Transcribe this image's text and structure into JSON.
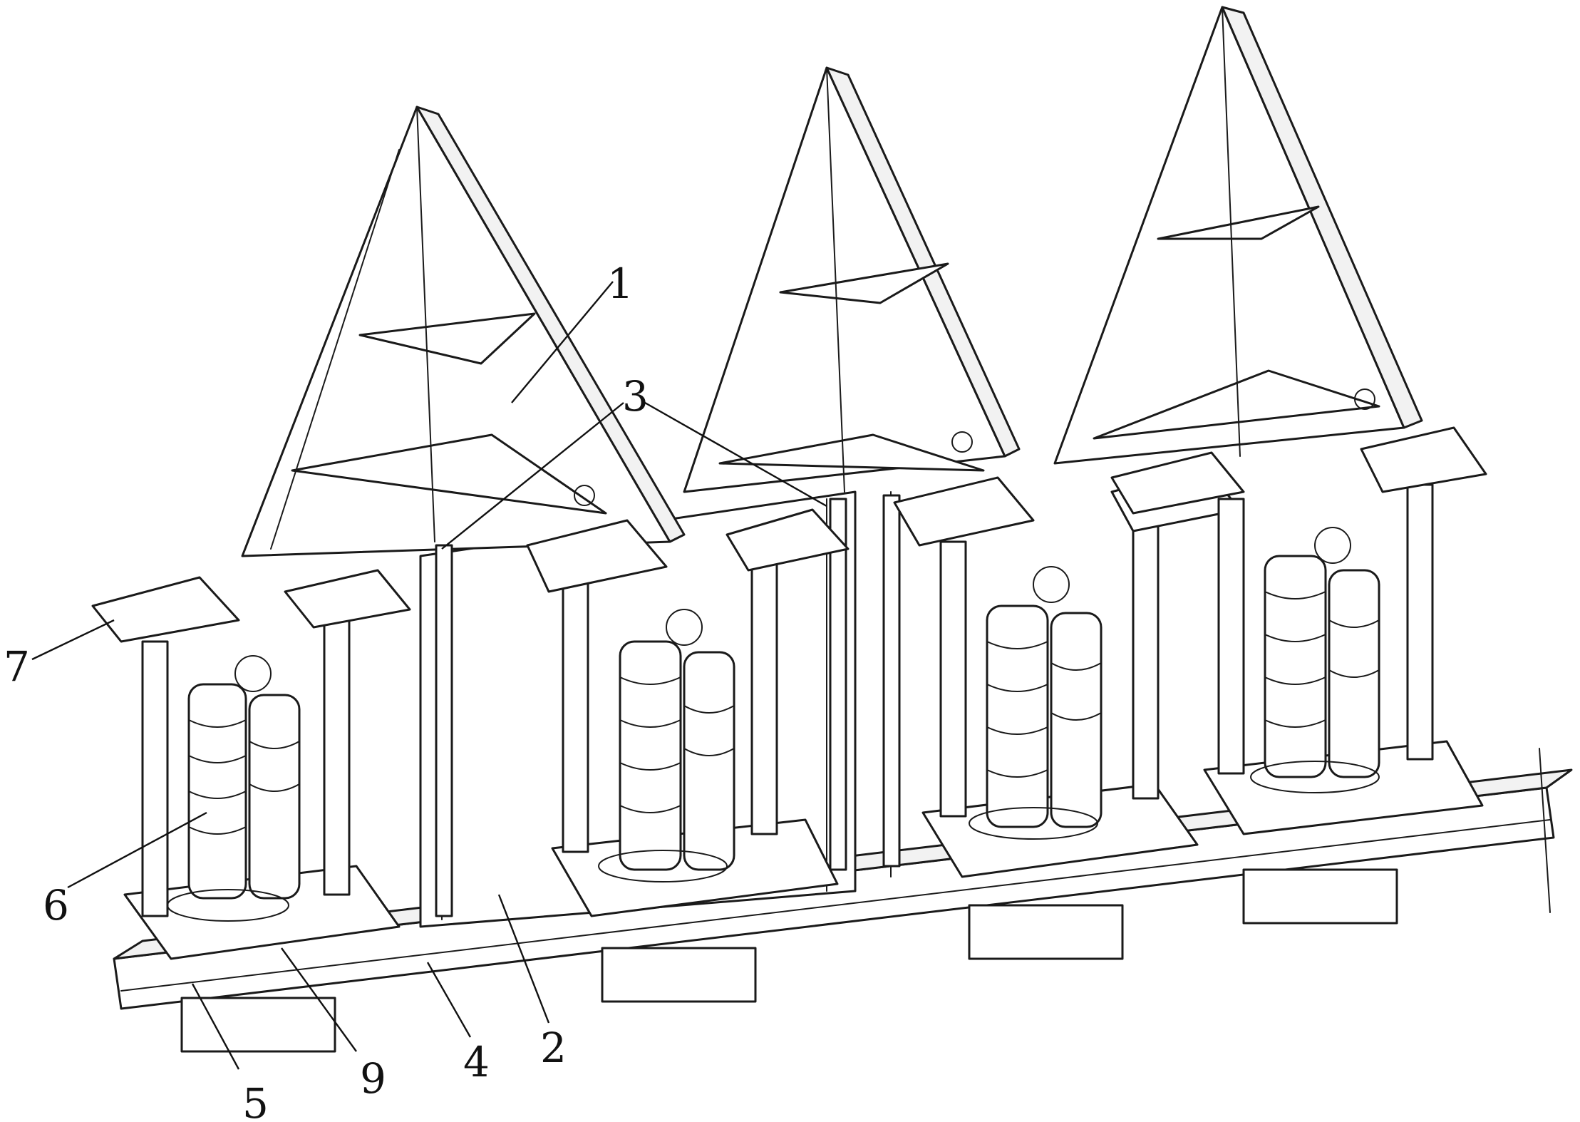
{
  "callouts": [
    {
      "id": "1",
      "text": "1"
    },
    {
      "id": "2",
      "text": "2"
    },
    {
      "id": "3",
      "text": "3"
    },
    {
      "id": "4",
      "text": "4"
    },
    {
      "id": "5",
      "text": "5"
    },
    {
      "id": "6",
      "text": "6"
    },
    {
      "id": "7",
      "text": "7"
    },
    {
      "id": "9",
      "text": "9"
    }
  ]
}
